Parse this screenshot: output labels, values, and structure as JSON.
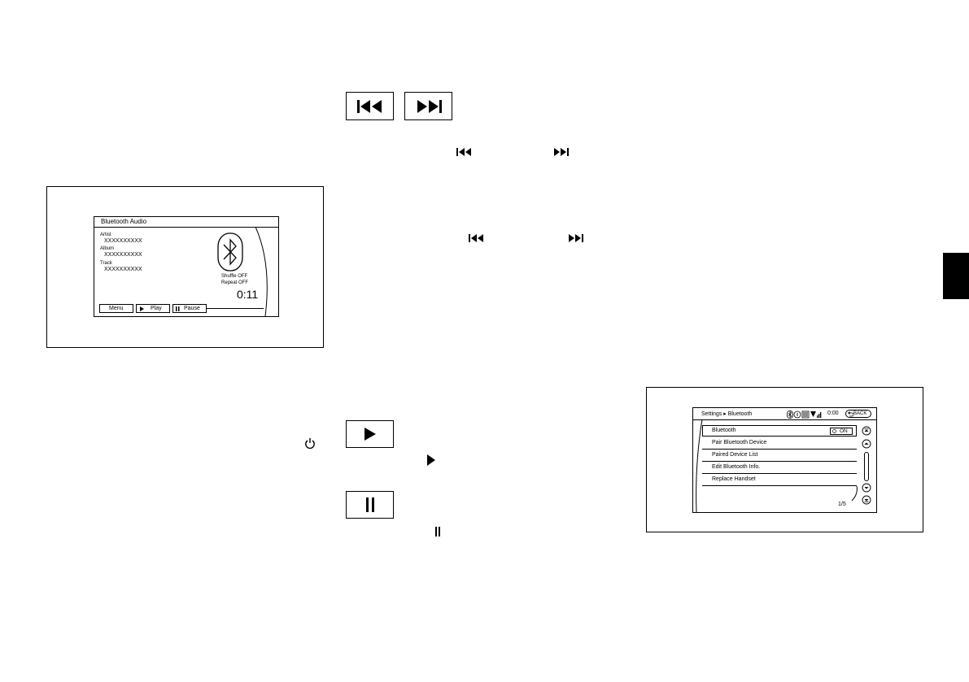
{
  "bt_audio_screen": {
    "title": "Bluetooth Audio",
    "artist_label": "Artist",
    "artist_value": "XXXXXXXXXX",
    "album_label": "Album",
    "album_value": "XXXXXXXXXX",
    "track_label": "Track",
    "track_value": "XXXXXXXXXX",
    "shuffle": "Shuffle OFF",
    "repeat": "Repeat OFF",
    "time": "0:11",
    "menu_label": "Menu",
    "play_label": "Play",
    "pause_label": "Pause"
  },
  "settings_screen": {
    "breadcrumb": "Settings ▸ Bluetooth",
    "clock": "0:00",
    "back_label": "BACK",
    "toggle_label": "ON",
    "items": [
      {
        "label": "Bluetooth"
      },
      {
        "label": "Pair Bluetooth Device"
      },
      {
        "label": "Paired Device List"
      },
      {
        "label": "Edit Bluetooth Info."
      },
      {
        "label": "Replace Handset"
      }
    ],
    "page_indicator": "1/5"
  },
  "icons": {
    "skip_back": "skip-back-icon",
    "skip_forward": "skip-forward-icon",
    "play": "play-icon",
    "pause": "pause-icon",
    "power": "power-icon",
    "bluetooth": "bluetooth-icon"
  }
}
